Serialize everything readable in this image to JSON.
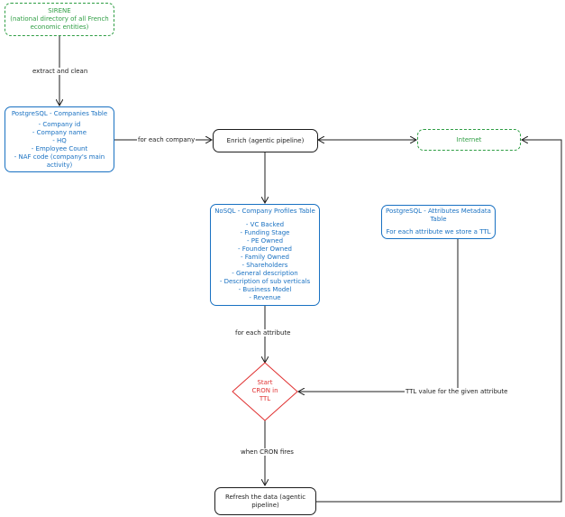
{
  "sirene": {
    "title": "SIRENE",
    "subtitle": "(national directory of all French economic entities)"
  },
  "companies_table": {
    "title": "PostgreSQL - Companies Table",
    "items": [
      "- Company id",
      "- Company name",
      "- HQ",
      "- Employee Count",
      "- NAF code (company's main activity)"
    ]
  },
  "enrich": {
    "label": "Enrich (agentic pipeline)"
  },
  "internet": {
    "label": "Internet"
  },
  "profiles_table": {
    "title": "NoSQL - Company Profiles Table",
    "items": [
      "- VC Backed",
      "- Funding Stage",
      "- PE Owned",
      "- Founder Owned",
      "- Family Owned",
      "- Shareholders",
      "- General description",
      "- Description of sub verticals",
      "- Business Model",
      "- Revenue"
    ]
  },
  "attributes_table": {
    "title": "PostgreSQL - Attributes Metadata Table",
    "subtitle": "For each attribute we store a TTL"
  },
  "cron": {
    "line1": "Start",
    "line2": "CRON in",
    "line3": "TTL"
  },
  "refresh": {
    "label": "Refresh the data (agentic pipeline)"
  },
  "edge_labels": {
    "extract": "extract and clean",
    "for_each_company": "for each company",
    "for_each_attribute": "for each attribute",
    "ttl_value": "TTL value for the given attribute",
    "when_cron": "when CRON fires"
  },
  "colors": {
    "green": "#2f9e44",
    "blue": "#1971c2",
    "red": "#e03131",
    "stroke": "#1e1e1e"
  }
}
